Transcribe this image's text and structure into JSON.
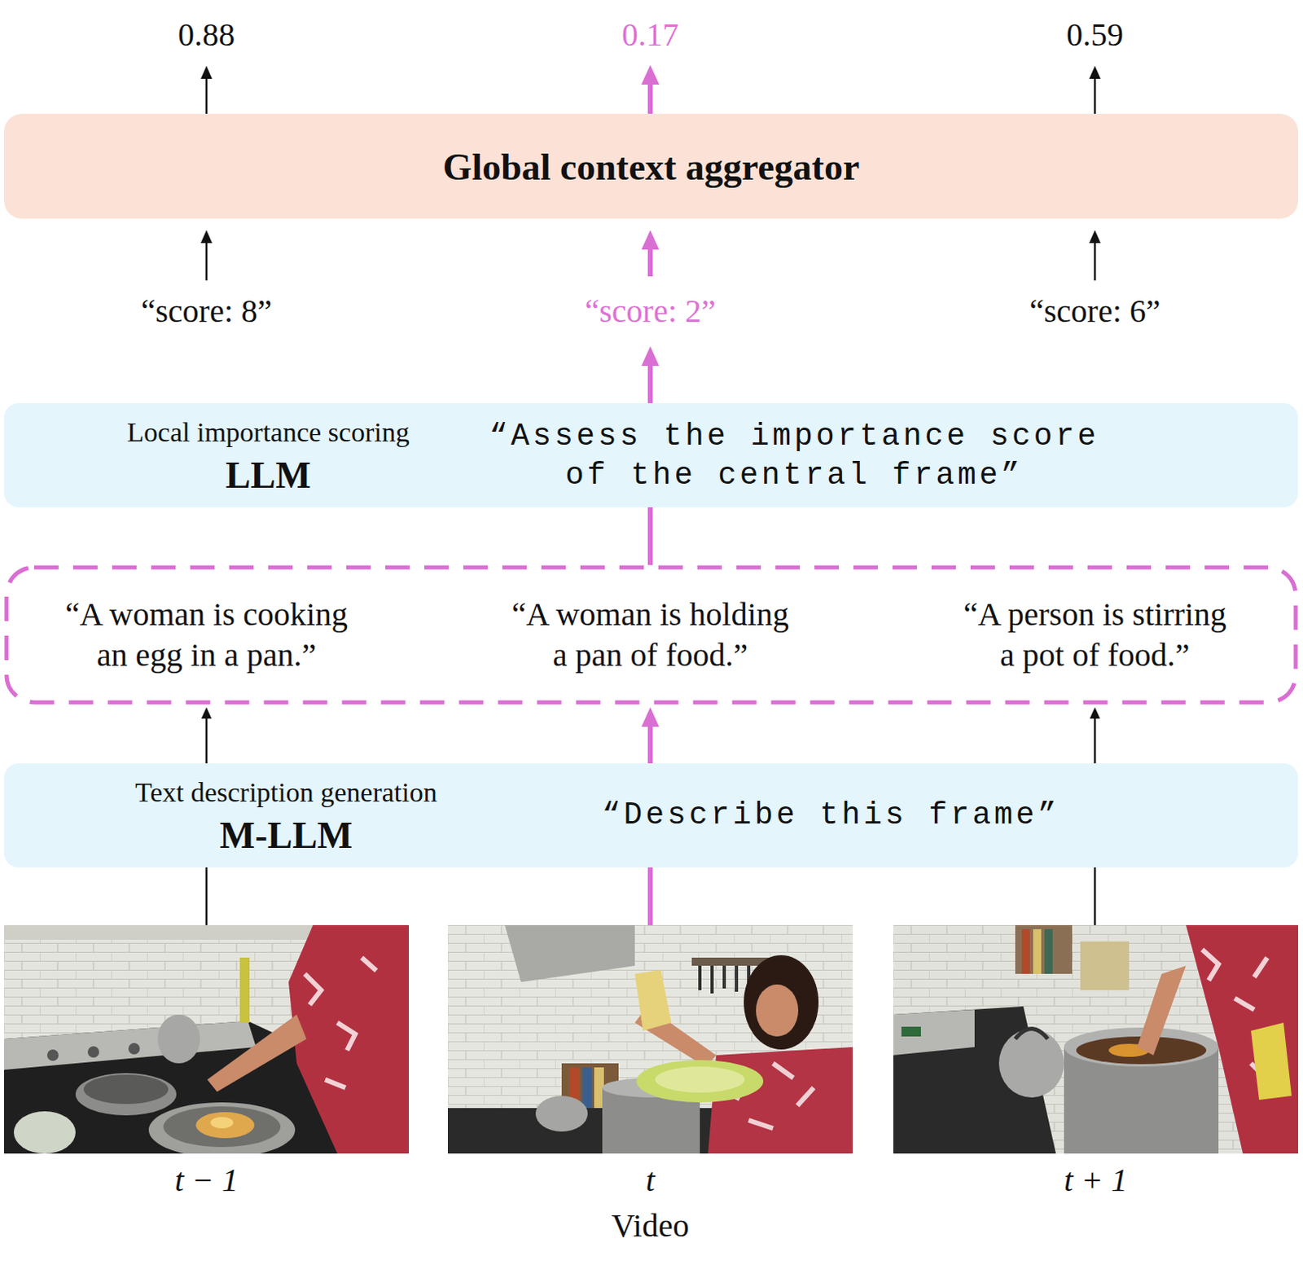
{
  "diagram": {
    "nodes": [
      {
        "text": [
          "Global context aggregator"
        ]
      },
      {
        "text": [
          "Local importance scoring",
          "LLM",
          "“Assess the importance score of the central frame”"
        ]
      },
      {
        "text": [
          "“A woman is cooking an egg in a pan.”",
          "“A woman is holding a pan of food.”",
          "“A person is stirring a pot of food.”"
        ]
      },
      {
        "text": [
          "Text description generation",
          "M-LLM",
          "“Describe this frame”"
        ]
      },
      {
        "text": [
          "t − 1"
        ]
      },
      {
        "text": [
          "t"
        ]
      },
      {
        "text": [
          "t + 1"
        ]
      }
    ],
    "edges": [
      {
        "from": 4,
        "to": 3,
        "arrow": "none"
      },
      {
        "from": 5,
        "to": 3,
        "arrow": "none"
      },
      {
        "from": 6,
        "to": 3,
        "arrow": "none"
      },
      {
        "from": 3,
        "to": 2,
        "arrow": "to"
      },
      {
        "from": 3,
        "to": 2,
        "arrow": "to"
      },
      {
        "from": 3,
        "to": 2,
        "arrow": "to"
      },
      {
        "from": 2,
        "to": 1,
        "arrow": "none"
      },
      {
        "from": 1,
        "to": 0,
        "label": "“score: 2”",
        "arrow": "to"
      }
    ],
    "labels": [
      "0.88",
      "0.17",
      "0.59",
      "“score: 8”",
      "“score: 6”",
      "Video"
    ]
  }
}
